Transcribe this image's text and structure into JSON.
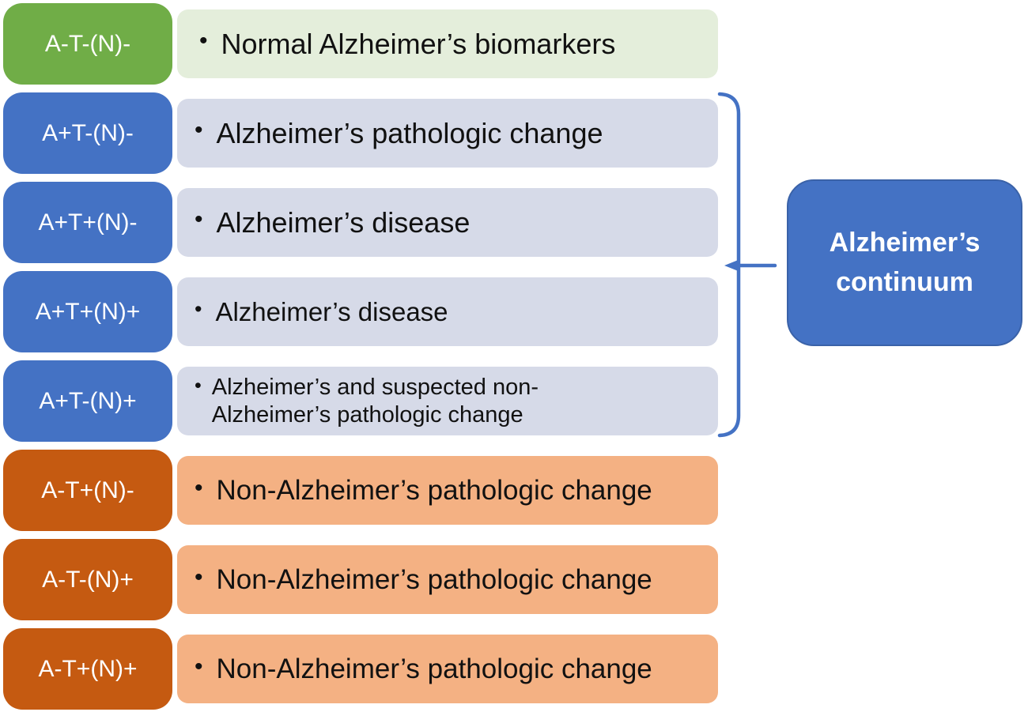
{
  "diagram": {
    "bullet_char": "•",
    "rows": [
      {
        "code": "A-T-(N)-",
        "description": "Normal Alzheimer’s biomarkers",
        "variant": "green"
      },
      {
        "code": "A+T-(N)-",
        "description": "Alzheimer’s pathologic change",
        "variant": "blue"
      },
      {
        "code": "A+T+(N)-",
        "description": "Alzheimer’s disease",
        "variant": "blue"
      },
      {
        "code": "A+T+(N)+",
        "description": "Alzheimer’s disease",
        "variant": "blue"
      },
      {
        "code": "A+T-(N)+",
        "description": "Alzheimer’s and suspected non-Alzheimer’s pathologic change",
        "variant": "blue"
      },
      {
        "code": "A-T+(N)-",
        "description": "Non-Alzheimer’s pathologic change",
        "variant": "orange"
      },
      {
        "code": "A-T-(N)+",
        "description": "Non-Alzheimer’s pathologic change",
        "variant": "orange"
      },
      {
        "code": "A-T+(N)+",
        "description": "Non-Alzheimer’s pathologic change",
        "variant": "orange"
      }
    ],
    "brace": {
      "label": "Alzheimer’s continuum",
      "groups_rows": [
        2,
        3,
        4,
        5
      ]
    },
    "colors": {
      "green_label": "#70AD47",
      "green_content": "#E4EEDB",
      "blue_label": "#4472C4",
      "blue_content": "#D6DAE8",
      "orange_label": "#C55A11",
      "orange_content": "#F4B183",
      "brace": "#4472C4",
      "continuum_box": "#4472C4",
      "label_text": "#FFFFFF",
      "content_text": "#111111"
    }
  }
}
